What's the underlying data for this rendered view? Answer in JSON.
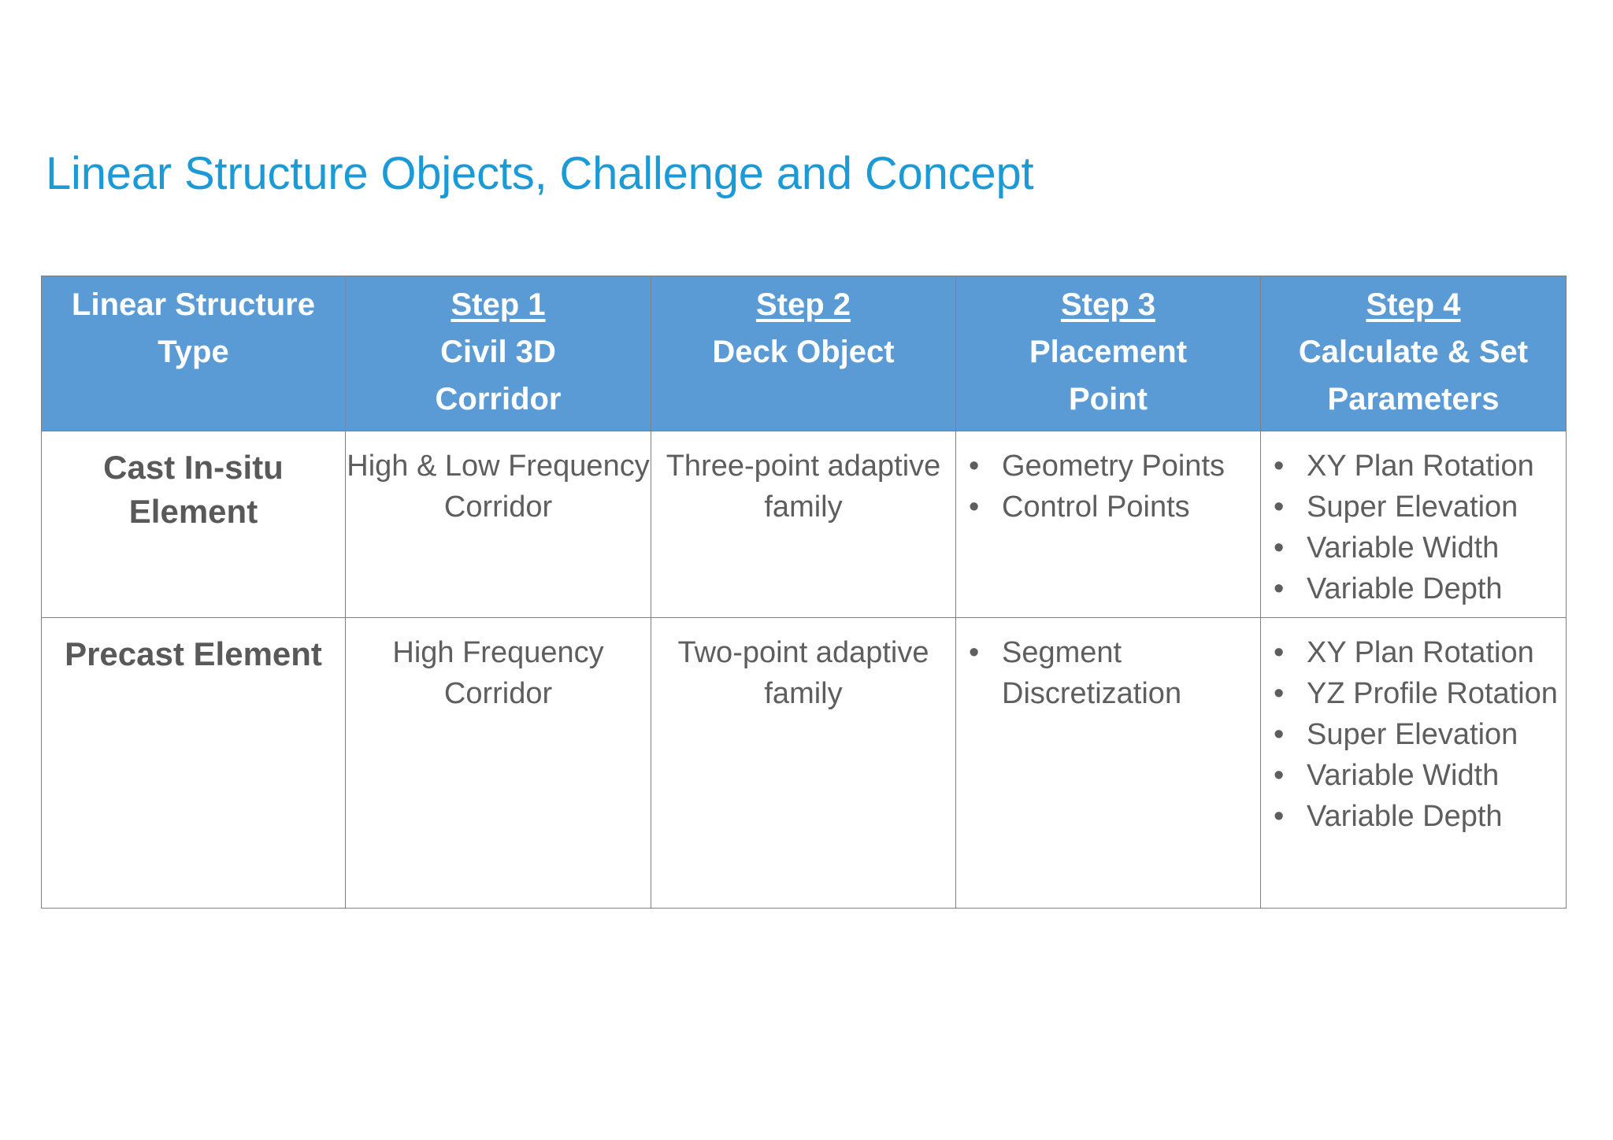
{
  "slide": {
    "title": "Linear Structure Objects, Challenge and Concept",
    "title_color": "#1C9AD6",
    "header_fill": "#5B9BD5",
    "header_text_color": "#FFFFFF",
    "body_text_color": "#5E5E5E",
    "border_color": "#808080"
  },
  "table": {
    "headers": [
      {
        "step": "",
        "sub_line1": "Linear Structure",
        "sub_line2": "Type",
        "underlined": false
      },
      {
        "step": "Step 1",
        "sub_line1": "Civil 3D",
        "sub_line2": "Corridor",
        "underlined": true
      },
      {
        "step": "Step 2",
        "sub_line1": "Deck Object",
        "sub_line2": "",
        "underlined": true
      },
      {
        "step": "Step 3",
        "sub_line1": "Placement",
        "sub_line2": "Point",
        "underlined": true
      },
      {
        "step": "Step 4",
        "sub_line1": "Calculate & Set",
        "sub_line2": "Parameters",
        "underlined": true
      }
    ],
    "rows": [
      {
        "type": "Cast In-situ Element",
        "step1": "High & Low Frequency Corridor",
        "step2": "Three-point adaptive family",
        "step3": [
          "Geometry Points",
          "Control Points"
        ],
        "step4": [
          "XY Plan Rotation",
          "Super Elevation",
          "Variable Width",
          "Variable Depth"
        ]
      },
      {
        "type": "Precast Element",
        "step1": "High Frequency Corridor",
        "step2": "Two-point adaptive family",
        "step3": [
          "Segment Discretization"
        ],
        "step4": [
          "XY Plan Rotation",
          "YZ Profile Rotation",
          "Super Elevation",
          "Variable Width",
          "Variable Depth"
        ]
      }
    ],
    "bullet_glyph": "•"
  }
}
